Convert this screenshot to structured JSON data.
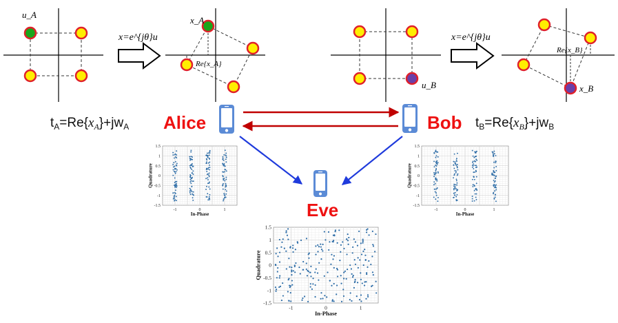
{
  "colors": {
    "point_fill": "#ffee00",
    "point_ring": "#e0202a",
    "user_a_point": "#1aa51a",
    "user_b_point": "#6a3fa8",
    "name_red": "#ee1111",
    "channel_red": "#c00000",
    "eve_arrow": "#1f3bdc",
    "phone": "#5b8bd6",
    "scatter": "#2f6ea8"
  },
  "icons": [
    "phone-icon",
    "block-arrow-icon"
  ],
  "labels": {
    "alice": "Alice",
    "bob": "Bob",
    "eve": "Eve",
    "transform_a": "x=e^{jθ}u",
    "transform_b": "x=e^{jθ}u",
    "u_a": "u_A",
    "x_a": "x_A",
    "re_x_a": "Re{x_A}",
    "u_b": "u_B",
    "x_b": "x_B",
    "re_x_b": "Re{x_B}",
    "t_a_prefix": "t",
    "t_a_sub": "A",
    "t_a_mid": "=Re{",
    "t_a_x": "x",
    "t_a_xsub": "A",
    "t_a_end": "}+jw",
    "t_a_wsub": "A",
    "t_b_prefix": "t",
    "t_b_sub": "B",
    "t_b_mid": "=Re{",
    "t_b_x": "x",
    "t_b_xsub": "B",
    "t_b_end": "}+jw",
    "t_b_wsub": "B"
  },
  "chart_data": [
    {
      "id": "alice-scatter",
      "type": "scatter",
      "xlabel": "In-Phase",
      "ylabel": "Quadrature",
      "xlim": [
        -1.5,
        1.5
      ],
      "ylim": [
        -1.5,
        1.5
      ],
      "xticks": [
        "-1",
        "0",
        "1"
      ],
      "yticks": [
        "1.5",
        "1",
        "0.5",
        "0",
        "-0.5",
        "-1",
        "-1.5"
      ],
      "grid": true,
      "pattern": "four vertical clusters at x = -1, -0.33, 0.33, 1 spanning y -1.3 to 1.3"
    },
    {
      "id": "bob-scatter",
      "type": "scatter",
      "xlabel": "In-Phase",
      "ylabel": "Quadrature",
      "xlim": [
        -1.5,
        1.5
      ],
      "ylim": [
        -1.5,
        1.5
      ],
      "xticks": [
        "-1",
        "0",
        "1"
      ],
      "yticks": [
        "1.5",
        "1",
        "0.5",
        "0",
        "-0.5",
        "-1",
        "-1.5"
      ],
      "grid": true,
      "pattern": "four vertical clusters at x = -1, -0.33, 0.33, 1 spanning y -1.3 to 1.3"
    },
    {
      "id": "eve-scatter",
      "type": "scatter",
      "xlabel": "In-Phase",
      "ylabel": "Quadrature",
      "xlim": [
        -1.5,
        1.5
      ],
      "ylim": [
        -1.5,
        1.5
      ],
      "xticks": [
        "-1",
        "0",
        "1"
      ],
      "yticks": [
        "1.5",
        "1",
        "0.5",
        "0",
        "-0.5",
        "-1",
        "-1.5"
      ],
      "grid": true,
      "pattern": "points scattered uniformly over the whole square"
    }
  ]
}
